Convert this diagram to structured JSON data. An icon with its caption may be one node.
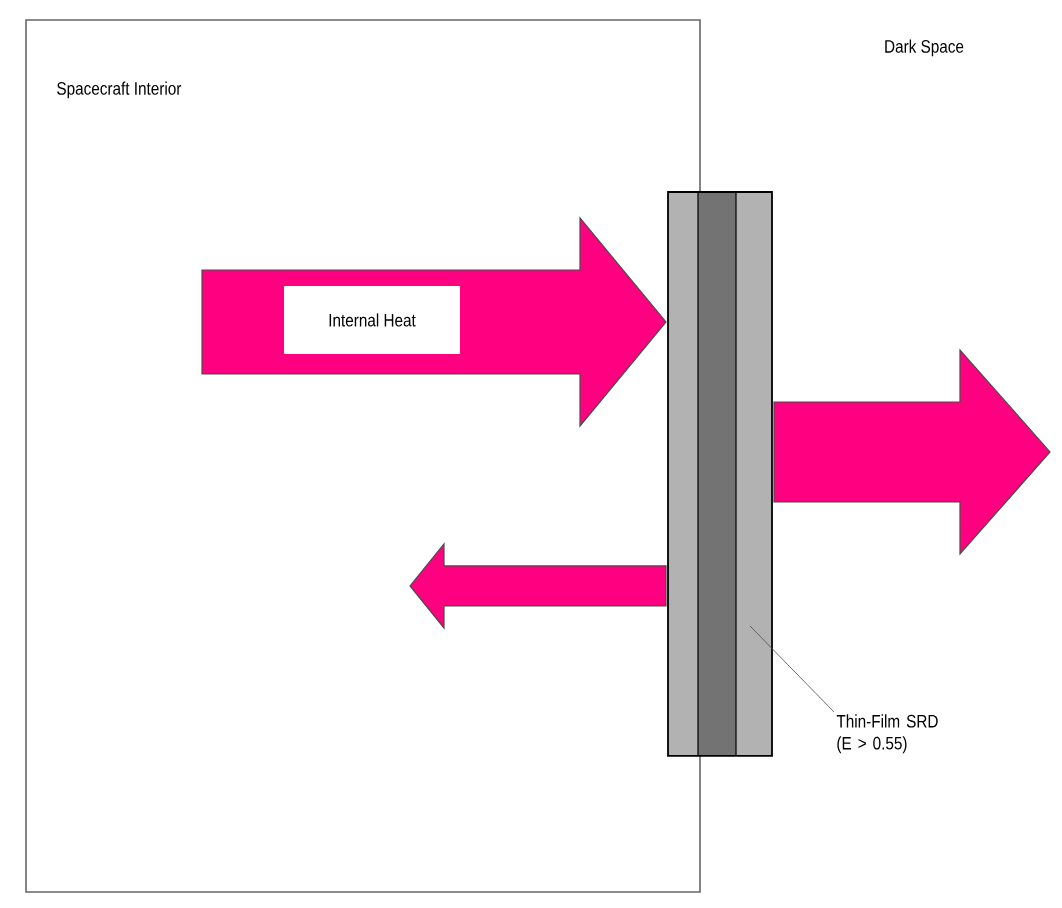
{
  "diagram": {
    "nodes": [
      {
        "text": [
          "Spacecraft Interior"
        ]
      },
      {
        "text": [],
        "shape": "box"
      },
      {
        "text": [
          "Thin-Film SRD (E > 0.55)"
        ]
      }
    ],
    "edges": [
      {
        "from": null,
        "to": 1,
        "arrow": "to",
        "label": "Internal Heat",
        "style": "thick",
        "color": "#ff0080"
      },
      {
        "from": 1,
        "to": null,
        "arrow": "to",
        "style": "thick",
        "color": "#ff0080"
      },
      {
        "from": 1,
        "to": null,
        "arrow": "to",
        "style": "thick",
        "color": "#ff0080"
      },
      {
        "from": 2,
        "to": 1,
        "arrow": "none"
      }
    ],
    "labels": [
      "Dark Space"
    ]
  }
}
